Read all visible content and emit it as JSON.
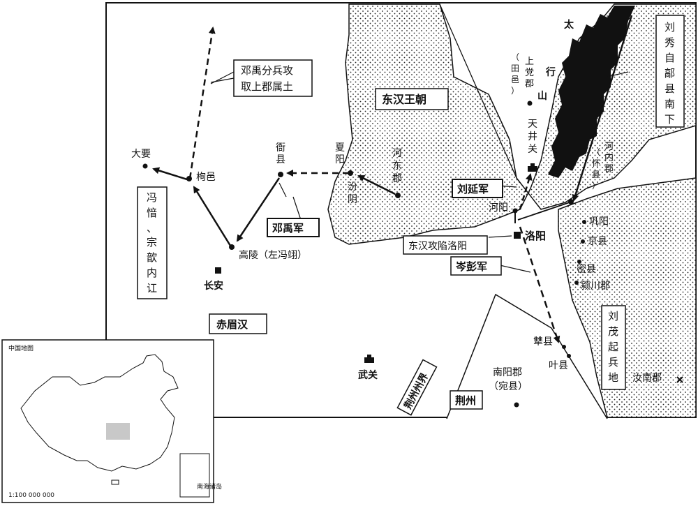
{
  "places": {
    "dayao": "大要",
    "xunyi": "栒邑",
    "yaxian": "衙县",
    "xiayang": "夏阳",
    "hedong": "河东郡",
    "fenyin": "汾阴",
    "gaoling": "高陵（左冯翊）",
    "changan": "长安",
    "shangdang": "上党郡",
    "tianyi": "（田邑）",
    "tianjingguan": "天井关",
    "henei": "河内郡",
    "huaixian": "（怀县）",
    "heyang": "河阳",
    "luoyang": "洛阳",
    "gongyang": "巩阳",
    "jingxian": "京县",
    "mixian": "密县",
    "yingchuan": "颍川郡",
    "wuguan": "武关",
    "nanyang": "南阳郡",
    "wanxian": "（宛县）",
    "shexian": "犨县",
    "yexian": "叶县",
    "runan": "汝南郡",
    "taihang": [
      "太",
      "行",
      "山"
    ]
  },
  "boxes": {
    "dengyu_split": [
      "邓禹分兵攻",
      "取上郡属土"
    ],
    "feng_zong": [
      "冯",
      "愔",
      "、",
      "宗",
      "歆",
      "内",
      "讧"
    ],
    "dengyu_army": "邓禹军",
    "donghan": "东汉王朝",
    "liuyan_army": "刘延军",
    "liuxiu_south": [
      "刘",
      "秀",
      "自",
      "鄗",
      "县",
      "南",
      "下"
    ],
    "luoyang_fall": "东汉攻陷洛阳",
    "cenpeng_army": "岑彭军",
    "chimei": "赤眉汉",
    "liumao": [
      "刘",
      "茂",
      "起",
      "兵",
      "地"
    ],
    "jingzhou": "荆州",
    "jingzhou_border": "荆州州界"
  },
  "inset": {
    "title": "中国地图",
    "scale": "1:100 000 000",
    "south_sea": "南海诸岛"
  },
  "colors": {
    "ink": "#111111",
    "paper": "#ffffff",
    "highlight": "#c8c8c8"
  }
}
